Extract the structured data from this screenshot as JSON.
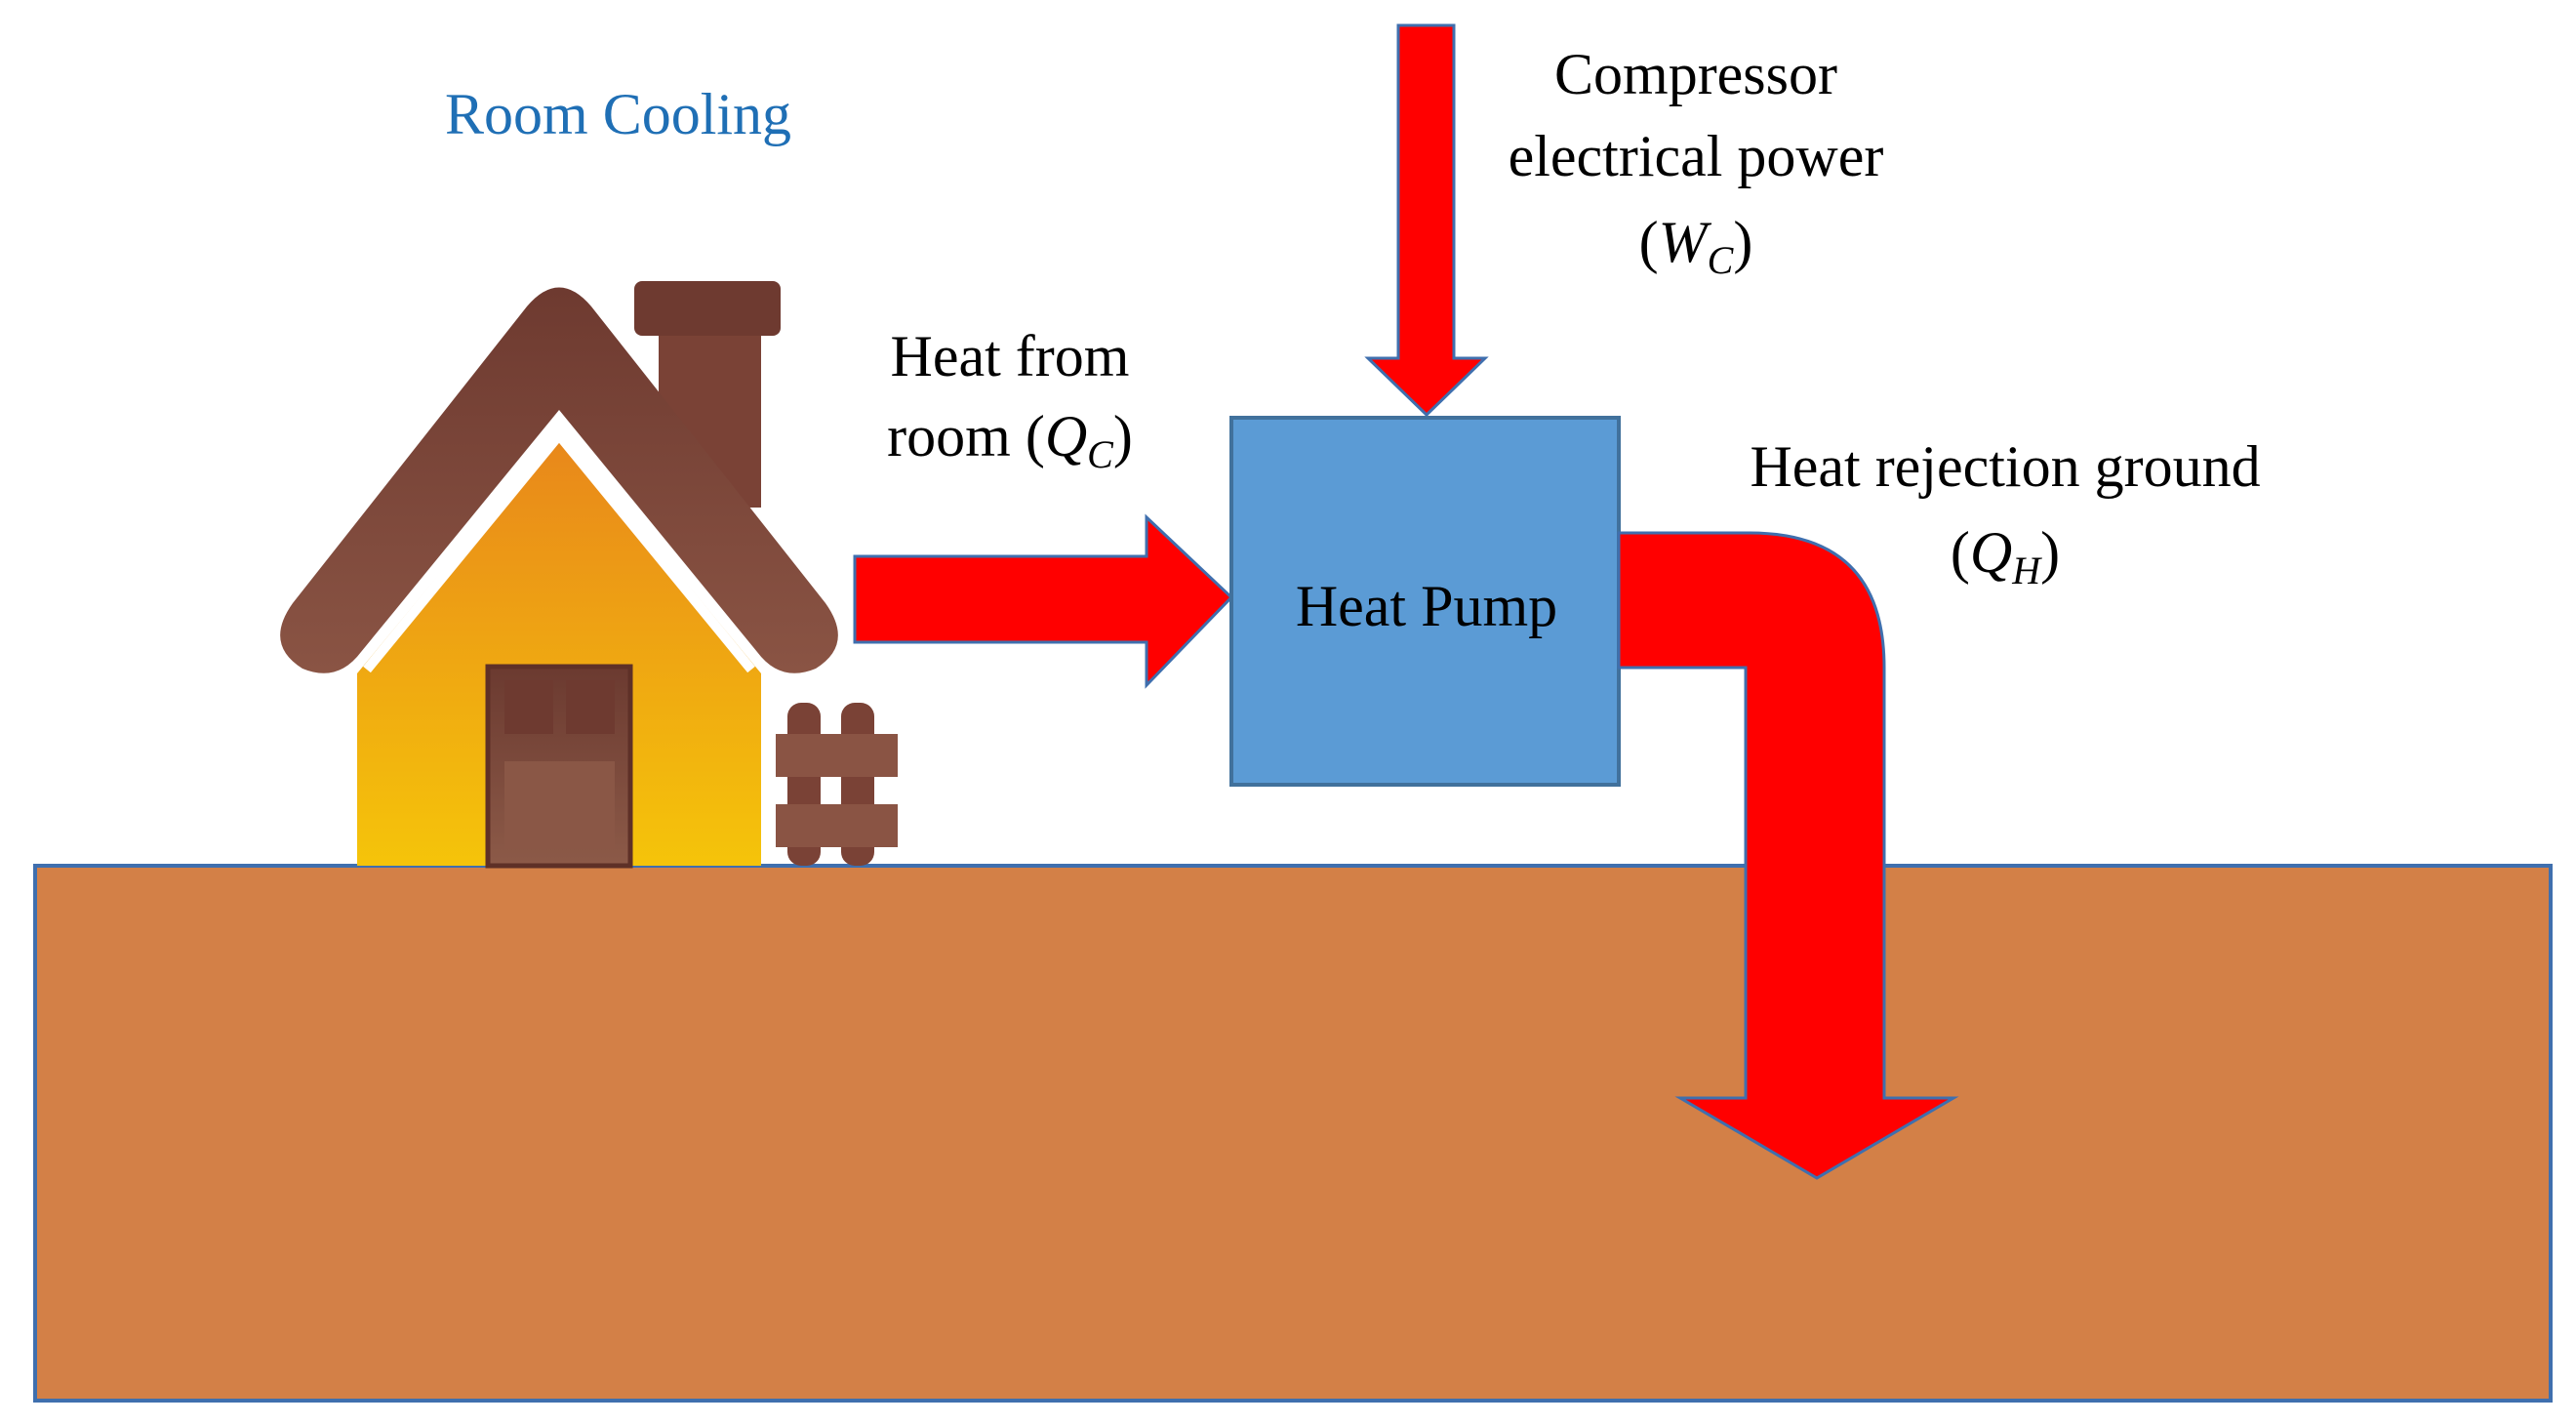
{
  "title": "Room Cooling",
  "heat_pump_label": "Heat Pump",
  "compressor": {
    "line1": "Compressor",
    "line2": "electrical power",
    "symbol_open": "(",
    "symbol": "W",
    "subscript": "C",
    "symbol_close": ")"
  },
  "heat_from_room": {
    "line1": "Heat from",
    "line2_prefix": "room (",
    "symbol": "Q",
    "subscript": "C",
    "symbol_close": ")"
  },
  "heat_rejection": {
    "line1": "Heat rejection ground",
    "symbol_open": "(",
    "symbol": "Q",
    "subscript": "H",
    "symbol_close": ")"
  },
  "colors": {
    "title": "#1f6fb5",
    "arrow_fill": "#ff0000",
    "arrow_stroke": "#3f6fae",
    "heat_pump_fill": "#5b9bd5",
    "heat_pump_stroke": "#41719c",
    "ground_fill": "#d38047",
    "ground_stroke": "#3f6fae",
    "house_wall_top": "#e88a1a",
    "house_wall_bottom": "#f5c20a",
    "roof": "#7b4135",
    "door": "#7f4a3c"
  }
}
